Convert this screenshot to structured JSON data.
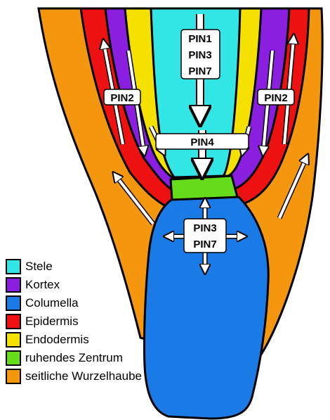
{
  "labels": {
    "stele_top": [
      "PIN1",
      "PIN3",
      "PIN7"
    ],
    "left": "PIN2",
    "right": "PIN2",
    "middle": "PIN4",
    "columella": [
      "PIN3",
      "PIN7"
    ]
  },
  "legend": [
    {
      "label": "Stele",
      "color": "#33e6e6"
    },
    {
      "label": "Kortex",
      "color": "#8a1fe0"
    },
    {
      "label": "Columella",
      "color": "#1a7ae6"
    },
    {
      "label": "Epidermis",
      "color": "#ee1111"
    },
    {
      "label": "Endodermis",
      "color": "#f5e100"
    },
    {
      "label": "ruhendes Zentrum",
      "color": "#66dd1a"
    },
    {
      "label": "seitliche Wurzelhaube",
      "color": "#f5960f"
    }
  ]
}
